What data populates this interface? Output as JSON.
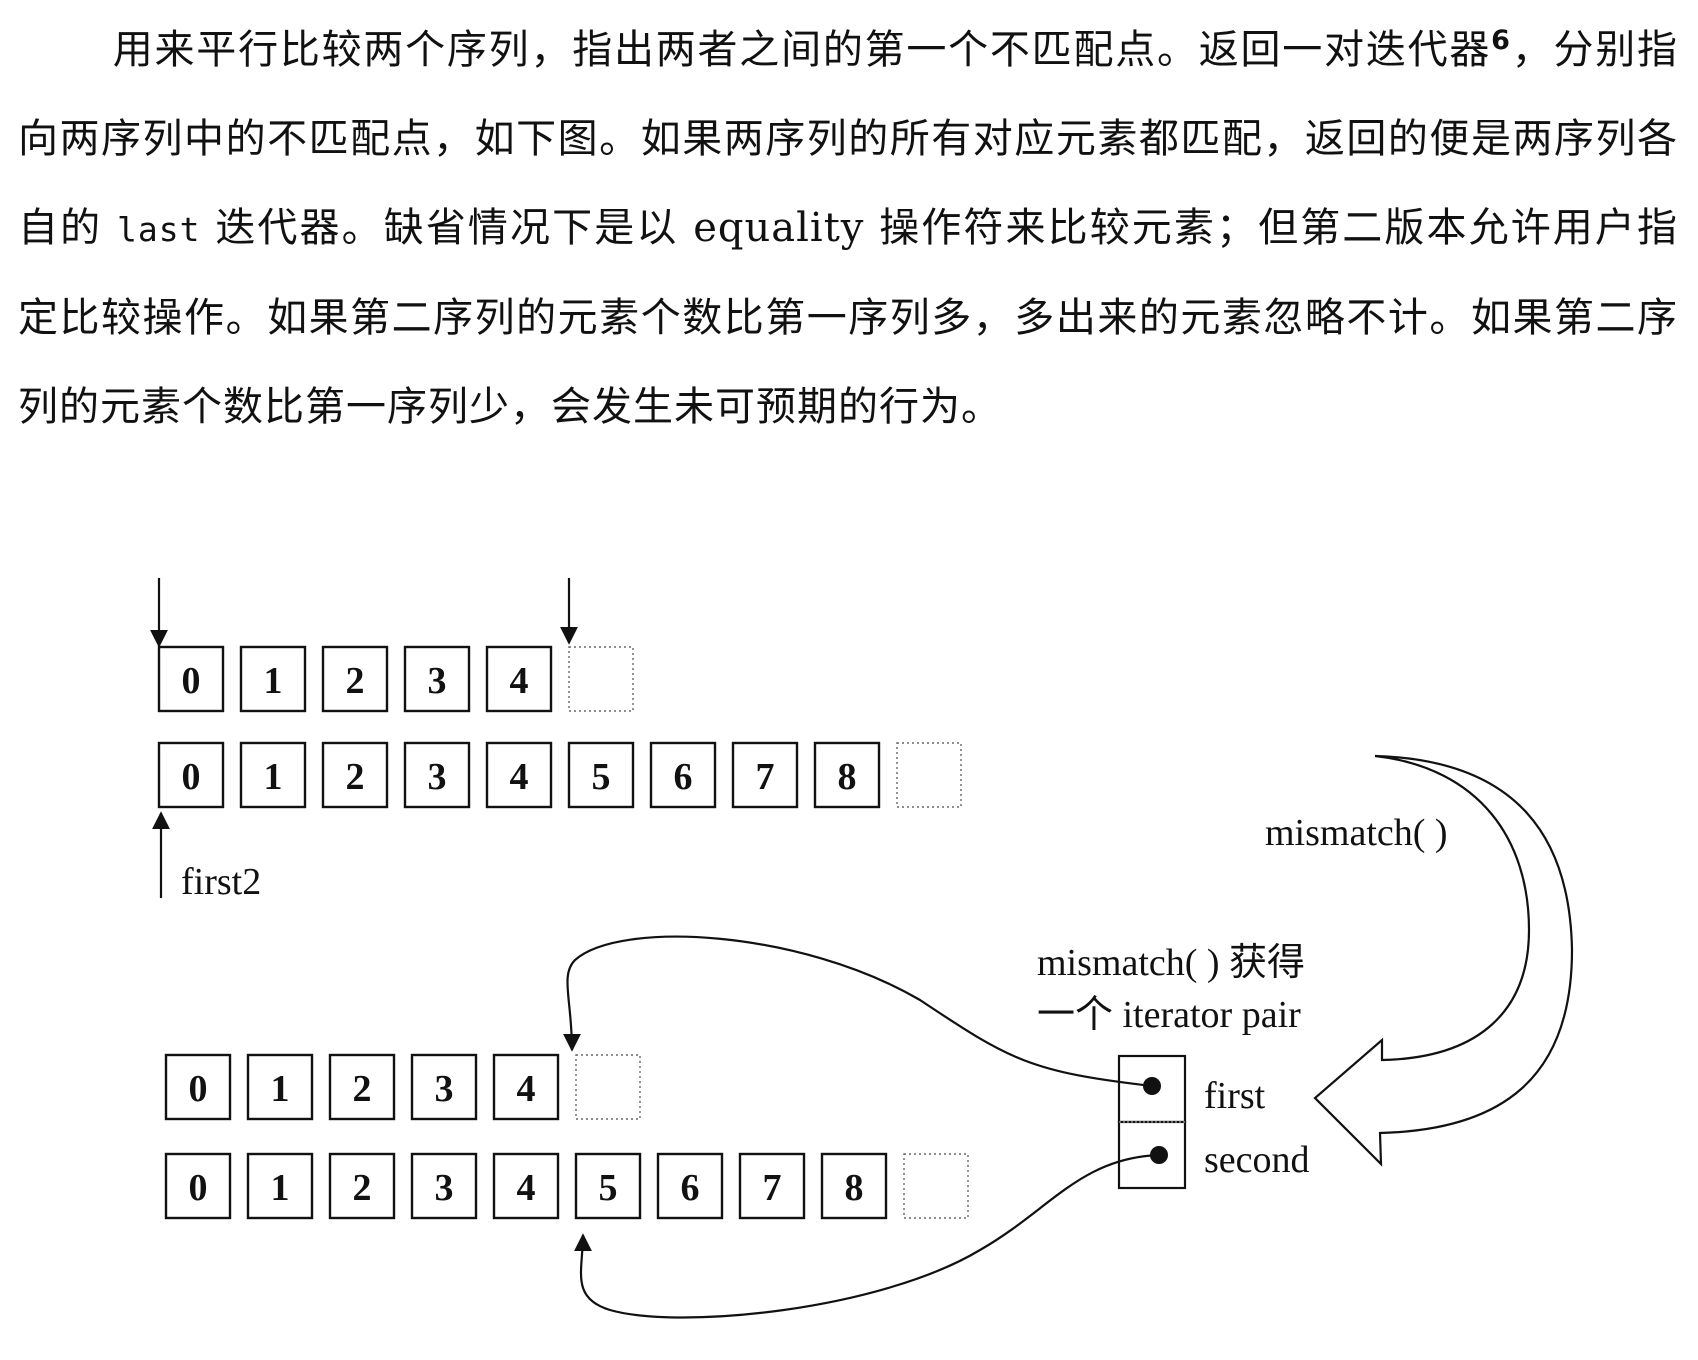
{
  "paragraph": {
    "line1": "用来平行比较两个序列，指出两者之间的第一个不匹配点。返回一对迭代器",
    "footnote_ref": "6",
    "line1_end": "，",
    "line2": "分别指向两序列中的不匹配点，如下图。如果两序列的所有对应元素都匹配，返回的便是两序列各自的 ",
    "code_last": "last",
    "line3": " 迭代器。缺省情况下是以 equality 操作符来比较元素；但第二版本允许用户指定比较操作。如果第二序列的元素个数比第一序列多，多出来的元素忽略不计。如果第二序列的元素个数比第一序列少，会发生未可预期的行为。"
  },
  "diagram": {
    "top_seq1": [
      "0",
      "1",
      "2",
      "3",
      "4"
    ],
    "top_seq2": [
      "0",
      "1",
      "2",
      "3",
      "4",
      "5",
      "6",
      "7",
      "8"
    ],
    "bottom_seq1": [
      "0",
      "1",
      "2",
      "3",
      "4"
    ],
    "bottom_seq2": [
      "0",
      "1",
      "2",
      "3",
      "4",
      "5",
      "6",
      "7",
      "8"
    ],
    "label_first2": "first2",
    "label_mismatch": "mismatch( )",
    "label_result_line1": "mismatch( ) 获得",
    "label_result_line2": "一个 iterator pair",
    "label_pair_first": "first",
    "label_pair_second": "second"
  }
}
